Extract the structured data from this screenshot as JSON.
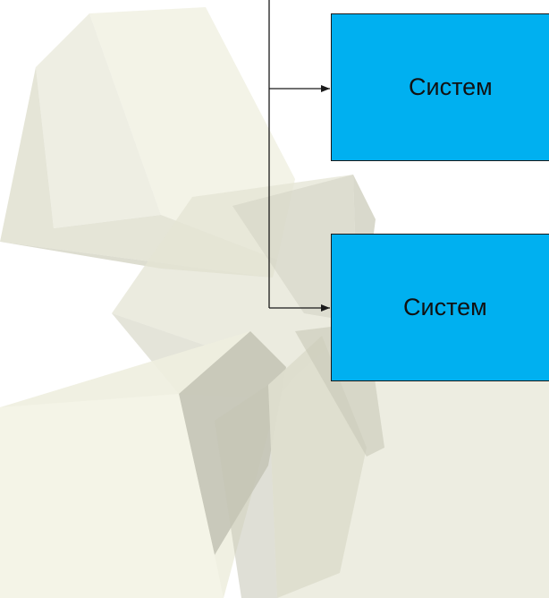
{
  "colors": {
    "box_fill": "#00b0f0",
    "box_border": "#1a1a1a",
    "connector": "#1a1a1a",
    "cube_light": "#f1f1e3",
    "cube_mid": "#dcdcc9",
    "cube_dark": "#b9b9aa"
  },
  "diagram": {
    "boxes": [
      {
        "id": "box1",
        "label": "Систем"
      },
      {
        "id": "box2",
        "label": "Систем"
      }
    ],
    "connectors": [
      {
        "from": "trunk",
        "to": "box1",
        "arrow": "end"
      },
      {
        "from": "trunk",
        "to": "box2",
        "arrow": "end"
      }
    ]
  },
  "background": {
    "icon": "translucent-cubes-decoration"
  }
}
